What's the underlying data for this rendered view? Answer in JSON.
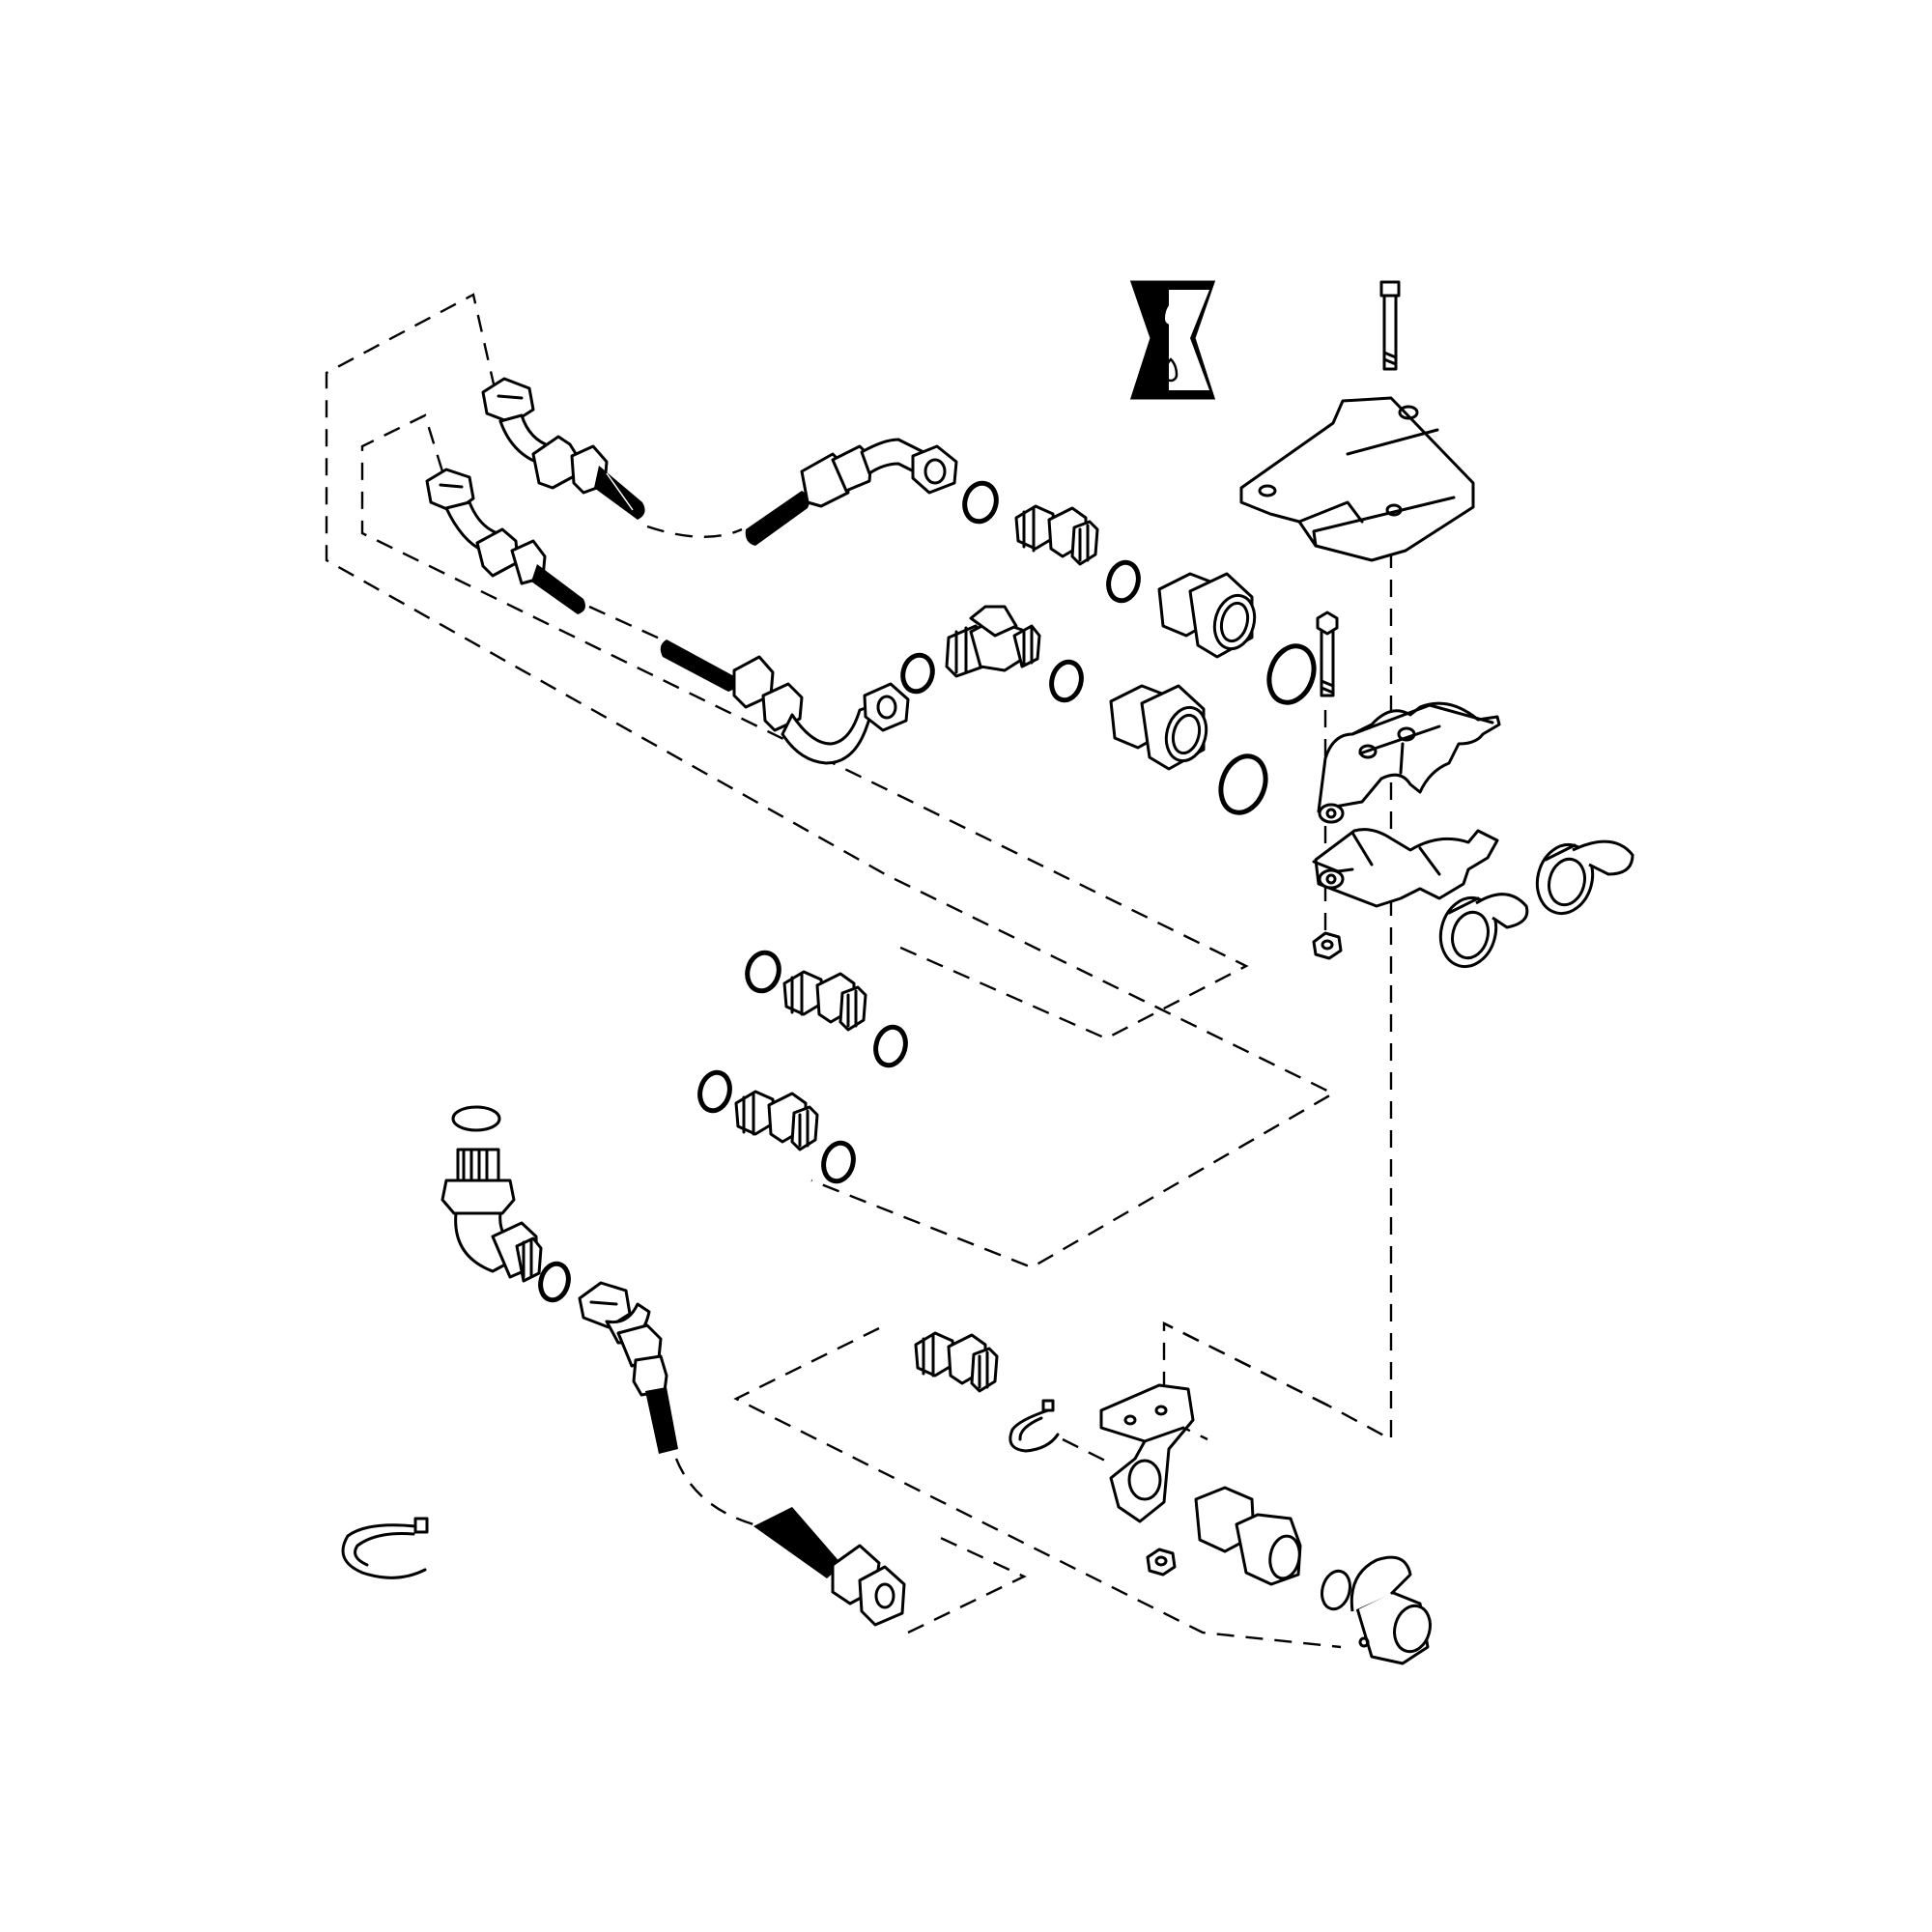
{
  "diagram": {
    "colors": {
      "line": "#000000",
      "background": "#ffffff"
    },
    "icons": [
      "hydraulic-oil-symbol-icon"
    ],
    "parts": [
      "hose-assembly-upper",
      "hose-assembly-lower",
      "adapter-fitting",
      "tee-fitting",
      "o-ring",
      "quick-coupler",
      "mounting-bracket",
      "bolt",
      "coupler-clamp",
      "nut",
      "dust-cap",
      "elbow-fitting",
      "hose-assembly-bottom",
      "snap-ring",
      "coupler-bracket"
    ]
  }
}
